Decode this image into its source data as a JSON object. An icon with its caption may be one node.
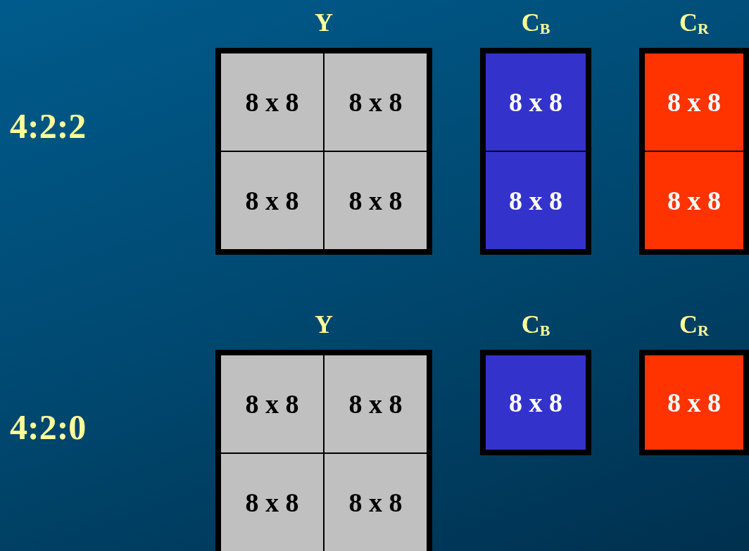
{
  "diagram": {
    "nodes": [
      {
        "text": [
          "Y"
        ]
      },
      {
        "text": [
          "8 x 8"
        ],
        "in": 0
      },
      {
        "text": [
          "8 x 8"
        ],
        "in": 0
      },
      {
        "text": [
          "8 x 8"
        ],
        "in": 0
      },
      {
        "text": [
          "8 x 8"
        ],
        "in": 0
      },
      {
        "text": [
          "C$_{B}$"
        ]
      },
      {
        "text": [
          "8 x 8"
        ],
        "in": 5
      },
      {
        "text": [
          "8 x 8"
        ],
        "in": 5
      },
      {
        "text": [
          "C$_{R}$"
        ]
      },
      {
        "text": [
          "8 x 8"
        ],
        "in": 8
      },
      {
        "text": [
          "8 x 8"
        ],
        "in": 8
      },
      {
        "text": [
          "Y"
        ]
      },
      {
        "text": [
          "8 x 8"
        ],
        "in": 11
      },
      {
        "text": [
          "8 x 8"
        ],
        "in": 11
      },
      {
        "text": [
          "8 x 8"
        ],
        "in": 11
      },
      {
        "text": [
          "8 x 8"
        ],
        "in": 11
      },
      {
        "text": [
          "C$_{B}$"
        ]
      },
      {
        "text": [
          "8 x 8"
        ],
        "in": 16
      },
      {
        "text": [
          "C$_{R}$"
        ]
      },
      {
        "text": [
          "8 x 8"
        ],
        "in": 18
      }
    ],
    "edges": [],
    "labels": [
      "4:2:2",
      "4:2:0"
    ]
  }
}
